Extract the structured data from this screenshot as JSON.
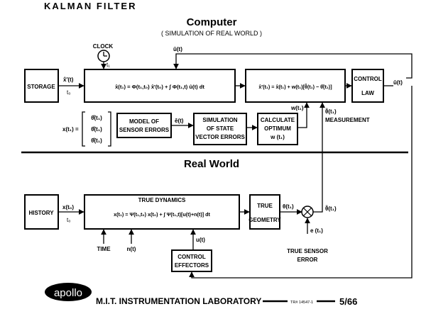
{
  "header": {
    "title": "KALMAN  FILTER"
  },
  "computer": {
    "title": "Computer",
    "subtitle": "( SIMULATION OF REAL WORLD )",
    "clock": "CLOCK",
    "t1": "t₁",
    "storage": "STORAGE",
    "storage_out": "x̂′(t)",
    "storage_t0": "t₀",
    "propagate_eq": "x̂(t₁) = Φ(t₁,t₀) x̂′(t₀) + ∫ Φ(t₁,t) û(t) dt",
    "uhat_top": "û(t)",
    "update_eq": "x̂′(t₁) = x̂(t₁) + w(t₁)[θ̃(t₁) − θ̂(t₁)]",
    "control_law_line1": "CONTROL",
    "control_law_line2": "LAW",
    "control_out": "û(t)",
    "state_vector_lhs": "x(t₁) =",
    "state_vector_entries": [
      "θ̂(t₁)",
      "θ̂(t₁)",
      "θ̂(t₁)"
    ],
    "model_errors_line1": "MODEL OF",
    "model_errors_line2": "SENSOR ERRORS",
    "e_bar": "ē(t)",
    "simulation_line1": "SIMULATION",
    "simulation_line2": "OF STATE",
    "simulation_line3": "VECTOR ERRORS",
    "calc_line1": "CALCULATE",
    "calc_line2": "OPTIMUM",
    "calc_line3": "w (t₁)",
    "w_label": "w(t₁)",
    "measurement_symbol": "θ̃(t₁)",
    "measurement_label": "MEASUREMENT"
  },
  "real_world": {
    "title": "Real World",
    "history": "HISTORY",
    "history_out": "x(t₀)",
    "history_t0": "t₀",
    "dynamics_title": "TRUE DYNAMICS",
    "dynamics_eq": "x(t₁) = Ψ(t₁,t₀) x(t₀) + ∫ Ψ(t₁,t)[u(t)+n(t)] dt",
    "time_label": "TIME",
    "noise_label": "n(t)",
    "u_label": "u(t)",
    "effectors_line1": "CONTROL",
    "effectors_line2": "EFFECTORS",
    "geometry_line1": "TRUE",
    "geometry_line2": "GEOMETRY",
    "theta": "θ(t₁)",
    "theta_meas": "θ̃(t₁)",
    "sensor_error": "e (t₁)",
    "sensor_label_line1": "TRUE SENSOR",
    "sensor_label_line2": "ERROR"
  },
  "footer": {
    "logo": "apollo",
    "lab": "M.I.T. INSTRUMENTATION LABORATORY",
    "tr": "TR# 14547-1",
    "page": "5/66"
  }
}
